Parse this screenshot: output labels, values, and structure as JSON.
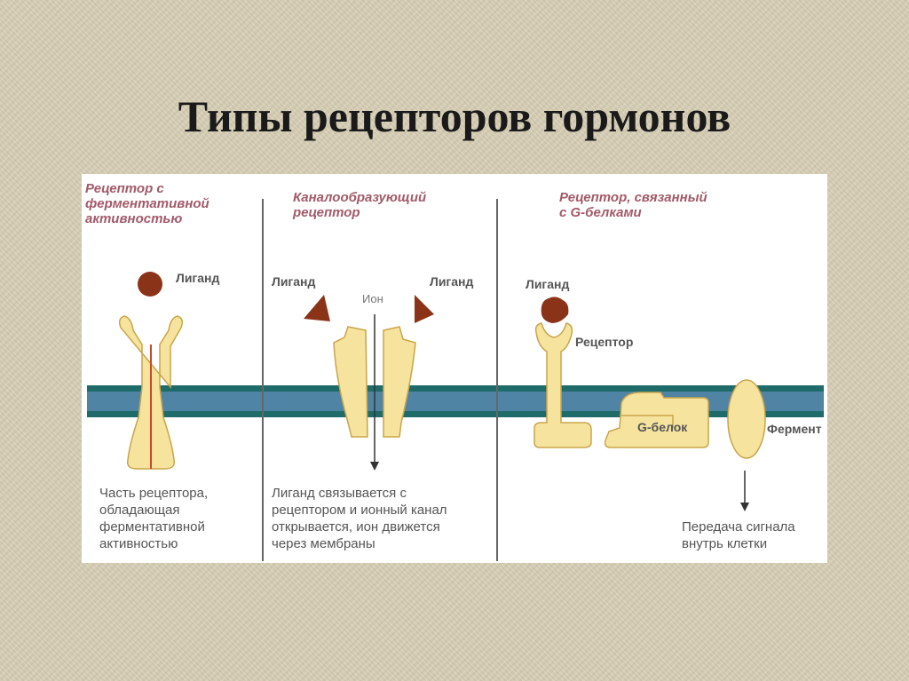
{
  "slide": {
    "title": "Типы рецепторов гормонов"
  },
  "diagram": {
    "sections": [
      {
        "title_lines": [
          "Рецептор с",
          "ферментативной",
          "активностью"
        ],
        "labels": {
          "ligand": "Лиганд"
        },
        "caption_lines": [
          "Часть рецептора,",
          "обладающая",
          "ферментативной",
          "активностью"
        ]
      },
      {
        "title_lines": [
          "Каналообразующий",
          "рецептор"
        ],
        "labels": {
          "ligand_left": "Лиганд",
          "ligand_right": "Лиганд",
          "ion": "Ион"
        },
        "caption_lines": [
          "Лиганд связывается с",
          "рецептором и ионный канал",
          "открывается, ион движется",
          "через мембраны"
        ]
      },
      {
        "title_lines": [
          "Рецептор, связанный",
          "с G-белками"
        ],
        "labels": {
          "ligand": "Лиганд",
          "receptor": "Рецептор",
          "g_protein": "G-белок",
          "enzyme": "Фермент"
        },
        "caption_lines": [
          "Передача сигнала",
          "внутрь клетки"
        ]
      }
    ],
    "colors": {
      "membrane_edge": "#1f6b6a",
      "membrane_fill": "#4f84a5",
      "receptor_fill": "#f6e39e",
      "receptor_stroke": "#c9a54a",
      "ligand": "#8b3318",
      "section_title": "#a25a68",
      "divider": "#666666"
    }
  }
}
